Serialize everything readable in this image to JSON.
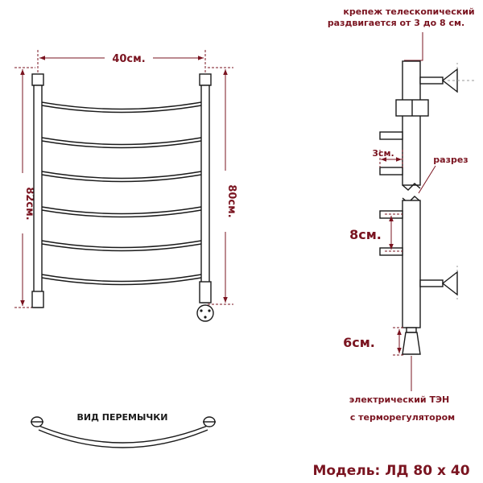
{
  "front_view": {
    "width_label": "40см.",
    "height_outer_label": "82см.",
    "height_inner_label": "80см."
  },
  "side_view": {
    "mount_note_line1": "крепеж телескопический",
    "mount_note_line2": "раздвигается от 3 до 8 см.",
    "offset_label": "3см.",
    "section_label": "разрез",
    "spacing_label": "8см.",
    "heater_length_label": "6см.",
    "heater_note_line1": "электрический  ТЭН",
    "heater_note_line2": "с терморегулятором"
  },
  "jumper_view": {
    "title": "ВИД ПЕРЕМЫЧКИ"
  },
  "model_label": "Модель: ЛД 80 х 40",
  "colors": {
    "annotation": "#7a1420",
    "outline": "#1a1a1a",
    "background": "#ffffff"
  }
}
